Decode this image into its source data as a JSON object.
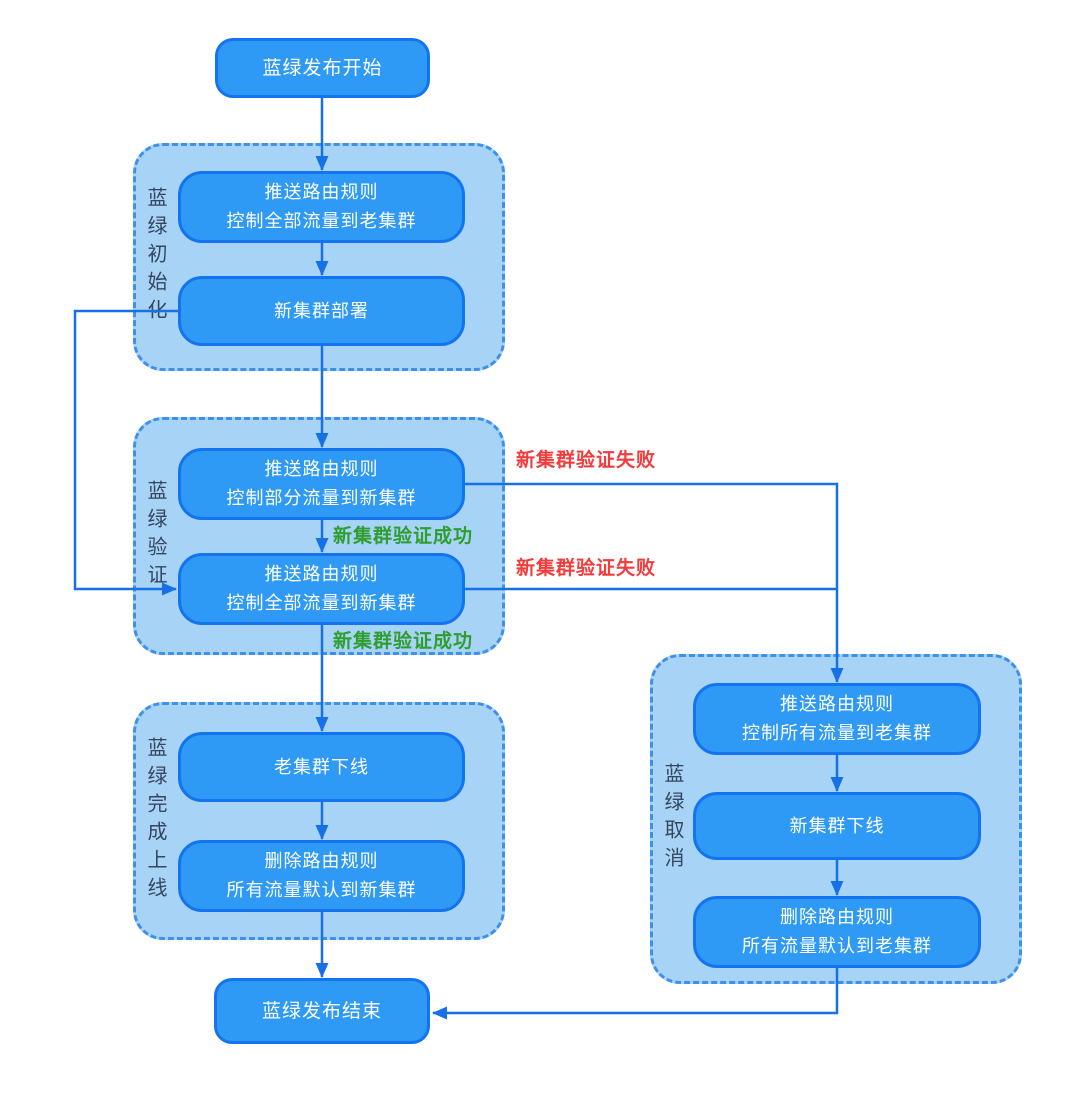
{
  "nodes": {
    "start": "蓝绿发布开始",
    "end": "蓝绿发布结束",
    "init_push_route": [
      "推送路由规则",
      "控制全部流量到老集群"
    ],
    "deploy_new_cluster": "新集群部署",
    "verify_partial_traffic": [
      "推送路由规则",
      "控制部分流量到新集群"
    ],
    "verify_full_traffic": [
      "推送路由规则",
      "控制全部流量到新集群"
    ],
    "old_cluster_offline": "老集群下线",
    "delete_route_default_new": [
      "删除路由规则",
      "所有流量默认到新集群"
    ],
    "cancel_push_route": [
      "推送路由规则",
      "控制所有流量到老集群"
    ],
    "new_cluster_offline": "新集群下线",
    "delete_route_default_old": [
      "删除路由规则",
      "所有流量默认到老集群"
    ]
  },
  "groups": {
    "init": "蓝绿初始化",
    "verify": "蓝绿验证",
    "complete": "蓝绿完成上线",
    "cancel": "蓝绿取消"
  },
  "edge_labels": {
    "success_1": "新集群验证成功",
    "success_2": "新集群验证成功",
    "failure_1": "新集群验证失败",
    "failure_2": "新集群验证失败"
  },
  "colors": {
    "node_fill": "#2e9af6",
    "node_border": "#1474ef",
    "group_fill": "#a7d3f7",
    "group_border": "#3e90ea",
    "edge_line": "#1771e6",
    "success_text": "#2f9e2f",
    "failure_text": "#f23c3c",
    "group_label_text": "#35465e",
    "node_text": "#ffffff",
    "background": "#ffffff"
  }
}
